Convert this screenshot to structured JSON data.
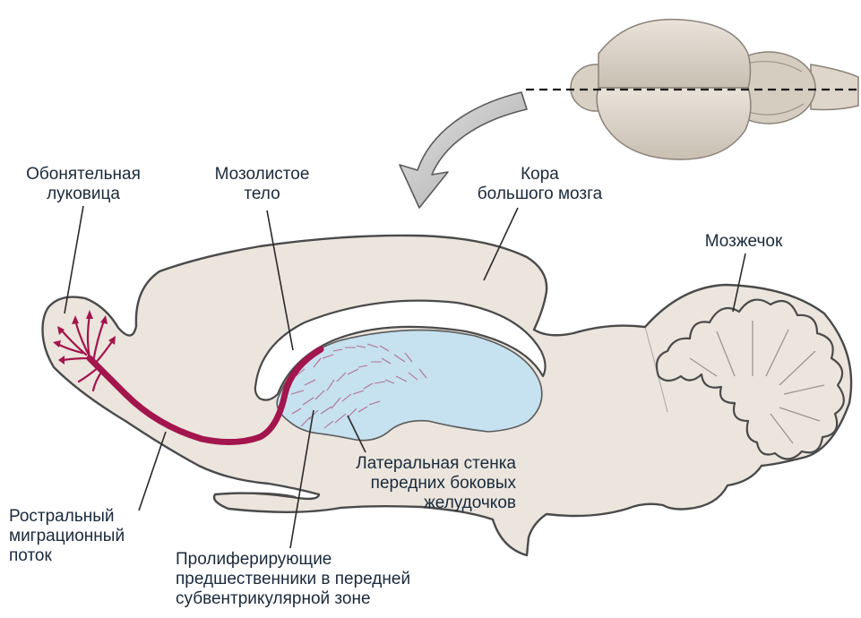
{
  "labels": {
    "olfactory_bulb": [
      "Обонятельная",
      "луковица"
    ],
    "corpus_callosum": [
      "Мозолистое",
      "тело"
    ],
    "cortex": [
      "Кора",
      "большого мозга"
    ],
    "cerebellum": [
      "Мозжечок"
    ],
    "lateral_wall": [
      "Латеральная стенка",
      "передних боковых",
      "желудочков"
    ],
    "rostral_stream": [
      "Ростральный",
      "миграционный",
      "поток"
    ],
    "progenitors": [
      "Пролиферирующие",
      "предшественники в передней",
      "субвентрикулярной зоне"
    ]
  },
  "colors": {
    "brain_fill": "#ebe5dd",
    "brain_stroke": "#4a4a4a",
    "ventricle_fill": "#c6e1ef",
    "migration_stream": "#a3154d",
    "arrow_fill": "#c9c9c9",
    "label_text": "#1a2a3c"
  }
}
